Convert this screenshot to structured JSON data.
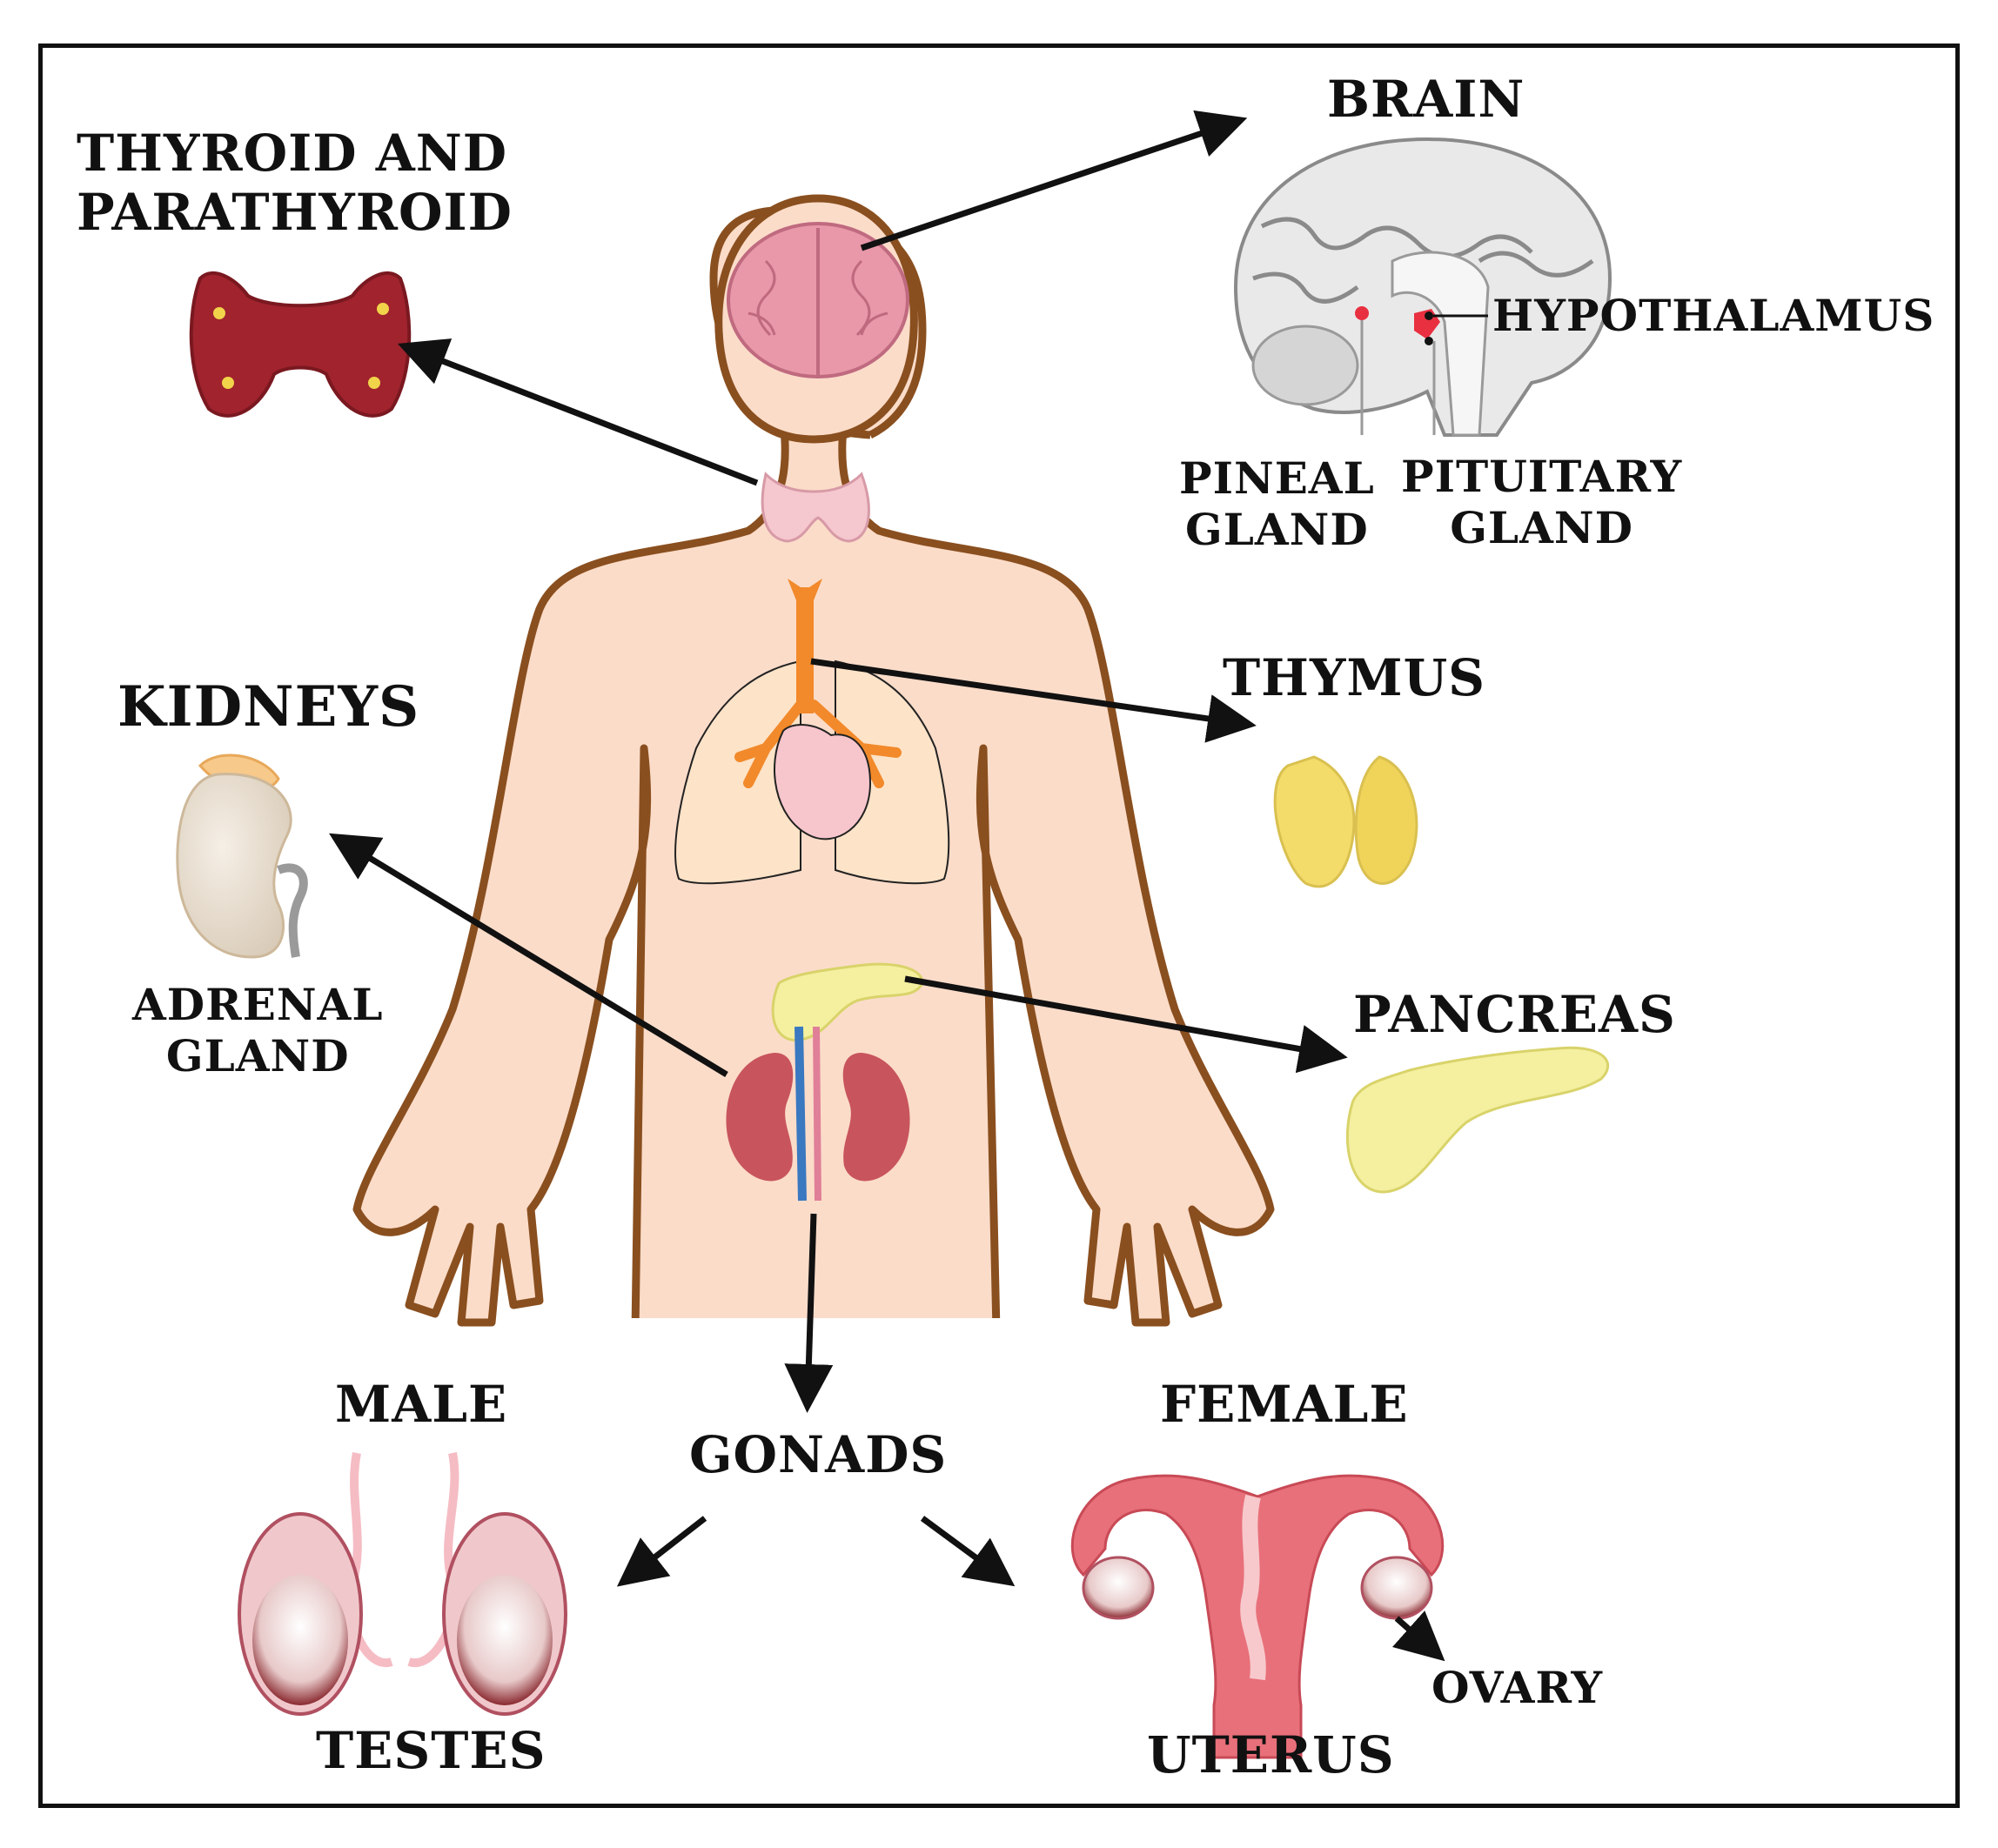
{
  "colors": {
    "skin": "#fbdcc9",
    "outline": "#8a4f1f",
    "arrow": "#111111",
    "brain_pink": "#e898a8",
    "thyroid_dark": "#a0232e",
    "thymus_yellow": "#f3dc6a",
    "pancreas_yellow": "#f4f0a0",
    "kidney_red": "#c8545e",
    "vein_blue": "#3a78c0",
    "uterus_pink": "#e8707a",
    "trachea_orange": "#f2892a"
  },
  "labels": {
    "thyroid": "THYROID AND\nPARATHYROID",
    "brain": "BRAIN",
    "hypothalamus": "HYPOTHALAMUS",
    "pineal": "PINEAL\nGLAND",
    "pituitary": "PITUITARY\nGLAND",
    "kidneys": "KIDNEYS",
    "thymus": "THYMUS",
    "adrenal": "ADRENAL\nGLAND",
    "pancreas": "PANCREAS",
    "male": "MALE",
    "gonads": "GONADS",
    "female": "FEMALE",
    "testes": "TESTES",
    "ovary": "OVARY",
    "uterus": "UTERUS"
  }
}
